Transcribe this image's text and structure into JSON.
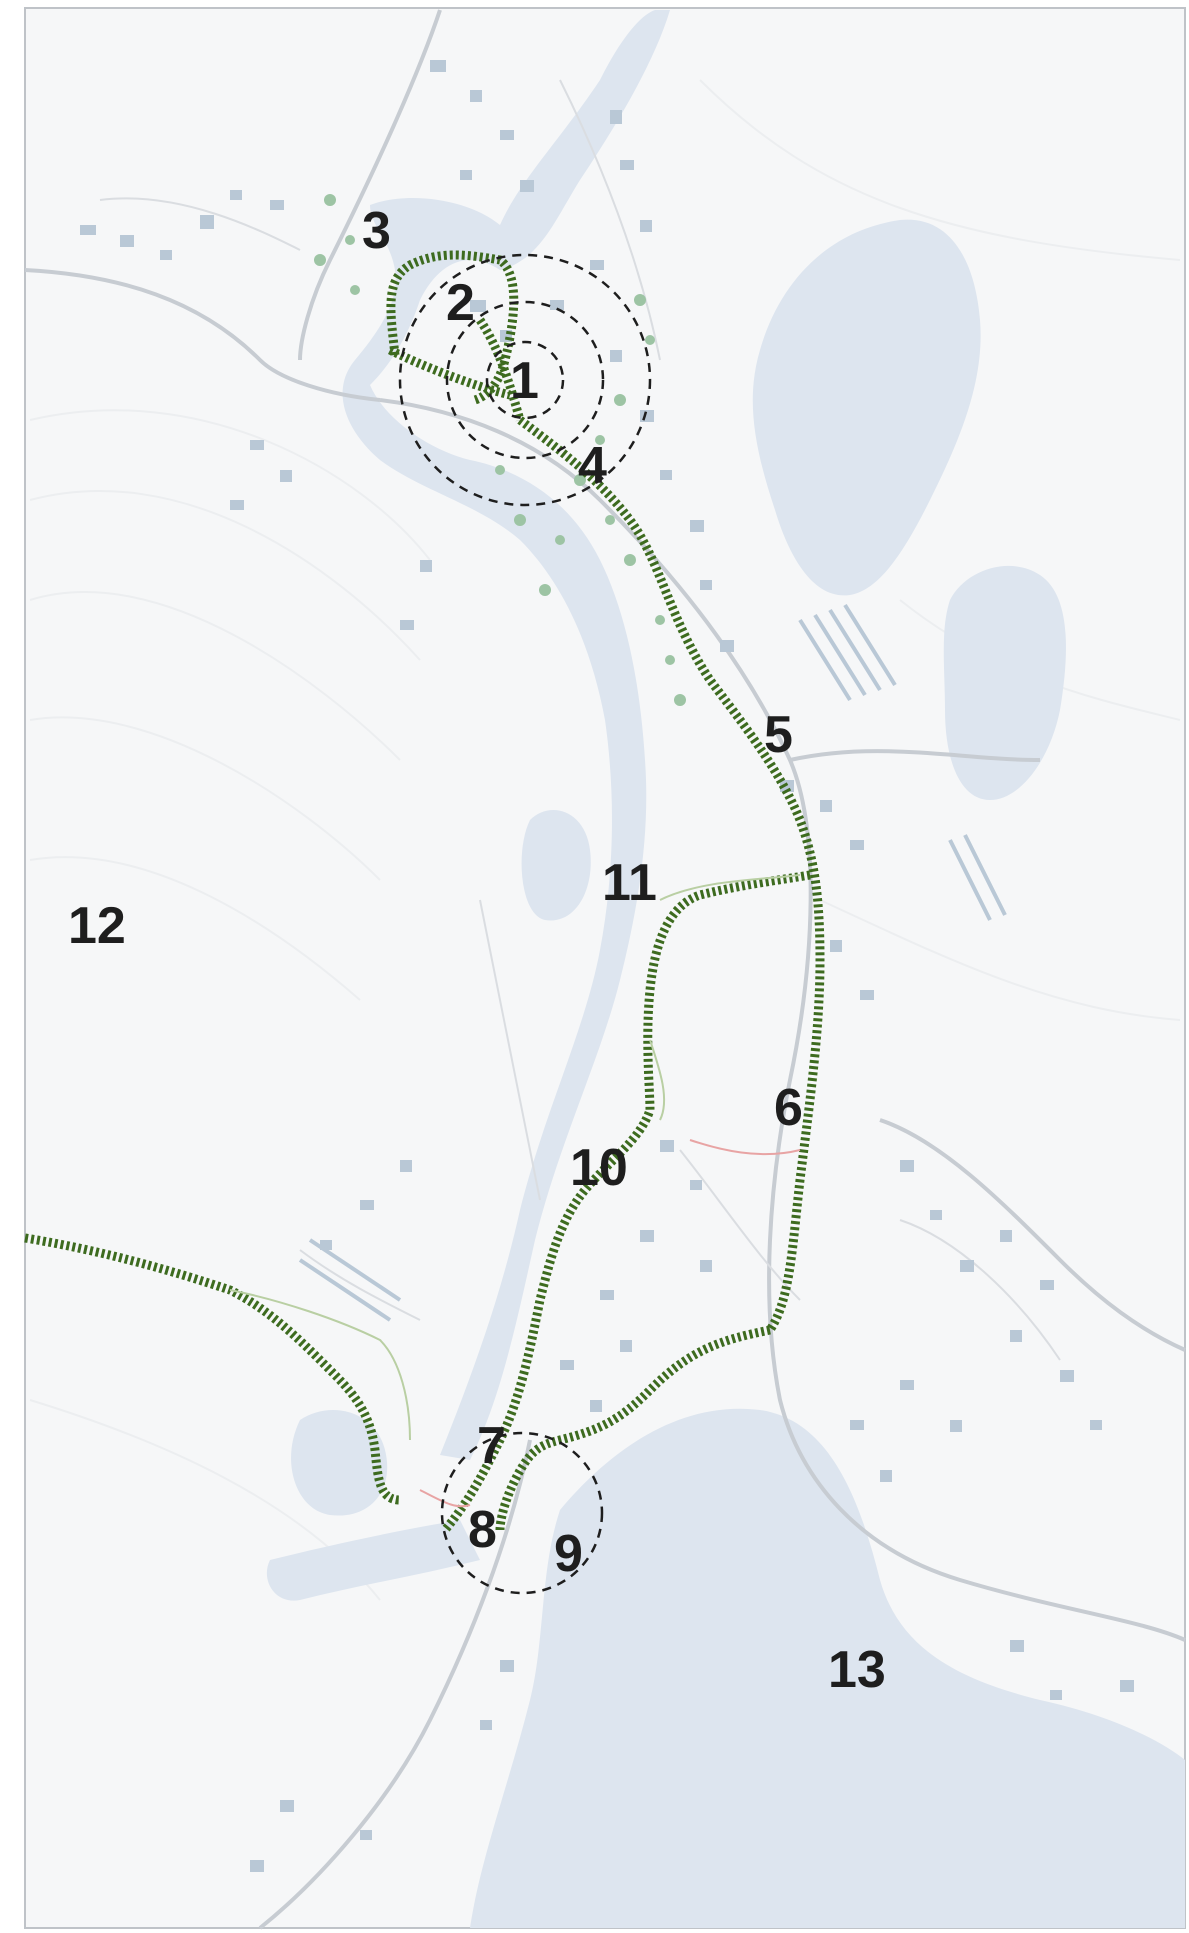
{
  "colors": {
    "water": "#dde5ef",
    "land": "#f6f7f8",
    "building": "#b9c8d6",
    "road": "#c7ccd2",
    "trail": "#3d6b1f",
    "tree": "#9dc4a4",
    "boundary": "#1e1e1e",
    "label": "#1e1e1e"
  },
  "labels": {
    "l1": "1",
    "l2": "2",
    "l3": "3",
    "l4": "4",
    "l5": "5",
    "l6": "6",
    "l7": "7",
    "l8": "8",
    "l9": "9",
    "l10": "10",
    "l11": "11",
    "l12": "12",
    "l13": "13"
  },
  "icons": {
    "trail": "dashed-green-trail",
    "zone": "dashed-circle-zone"
  }
}
